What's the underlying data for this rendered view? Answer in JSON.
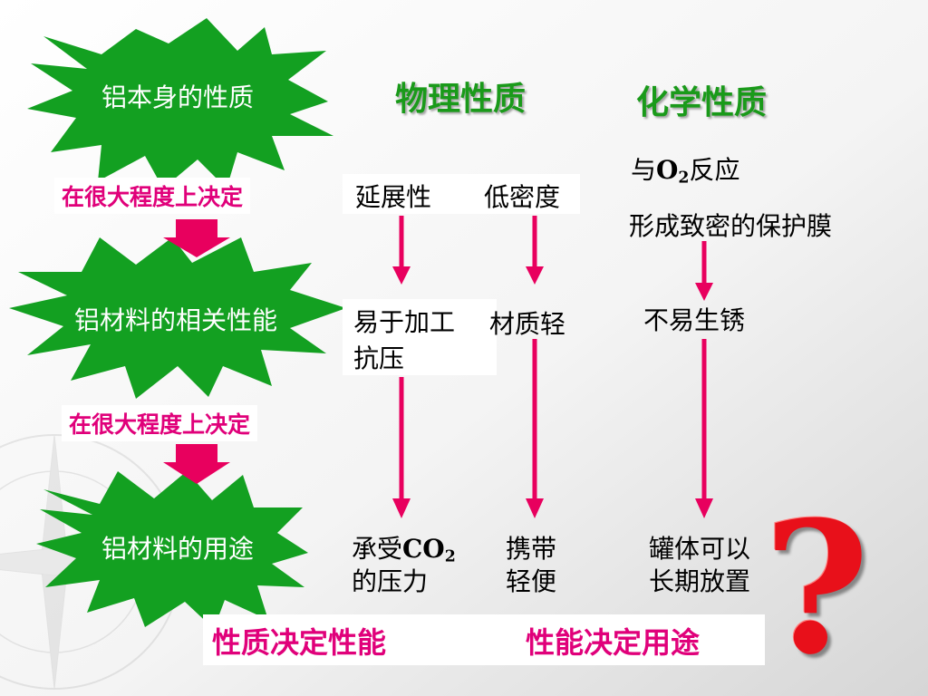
{
  "bursts": {
    "top_label": "铝本身的性质",
    "middle_label": "铝材料的相关性能",
    "bottom_label": "铝材料的用途"
  },
  "headings": {
    "physical": "物理性质",
    "chemical": "化学性质"
  },
  "decide_text": {
    "upper": "在很大程度上决定",
    "lower": "在很大程度上决定"
  },
  "properties": {
    "ductility": "延展性",
    "low_density": "低密度",
    "chem_line1_prefix": "与",
    "chem_line1_formula": "O",
    "chem_line1_subscript": "2",
    "chem_line1_suffix": "反应",
    "chem_line2": "形成致密的保护膜"
  },
  "performance": {
    "easy_process_line1": "易于加工",
    "easy_process_line2": "抗压",
    "light_material": "材质轻",
    "rust_resistant": "不易生锈"
  },
  "uses": {
    "co2_prefix": "承受",
    "co2_formula": "CO",
    "co2_subscript": "2",
    "co2_line2": "的压力",
    "carry_line1": "携带",
    "carry_line2": "轻便",
    "can_line1": "罐体可以",
    "can_line2": "长期放置"
  },
  "conclusion": {
    "left": "性质决定性能",
    "right": "性能决定用途"
  },
  "question_mark": "?",
  "colors": {
    "burst_green": "#13a021",
    "heading_green": "#1a9a1a",
    "arrow_magenta": "#e8005e",
    "text_magenta": "#e0007a",
    "question_red": "#e8101a"
  }
}
